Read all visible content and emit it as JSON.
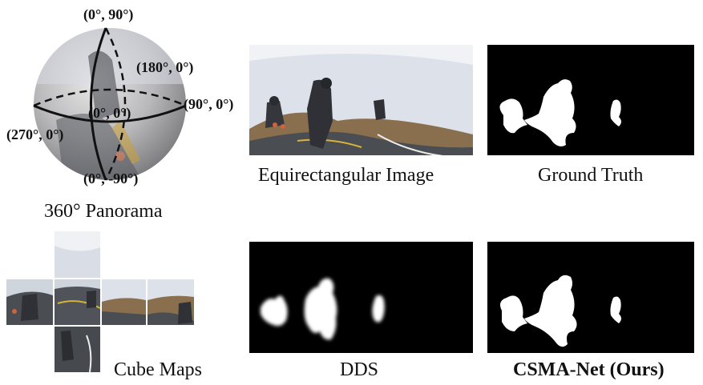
{
  "panels": {
    "sphere": {
      "caption": "360° Panorama",
      "coords": {
        "top": "(0°, 90°)",
        "back": "(180°, 0°)",
        "right": "(90°, 0°)",
        "center": "(0°, 0°)",
        "left": "(270°, 0°)",
        "bottom": "(0°, -90°)"
      }
    },
    "equirect": {
      "caption": "Equirectangular Image"
    },
    "gt": {
      "caption": "Ground Truth"
    },
    "cube": {
      "caption": "Cube Maps"
    },
    "dds": {
      "caption": "DDS"
    },
    "ours": {
      "caption": "CSMA-Net (Ours)"
    }
  },
  "colors": {
    "mask_background": "#000000",
    "mask_foreground": "#ffffff",
    "sky": "#dfe3ea",
    "road": "#4a4d52",
    "field": "#8a6f4e"
  }
}
